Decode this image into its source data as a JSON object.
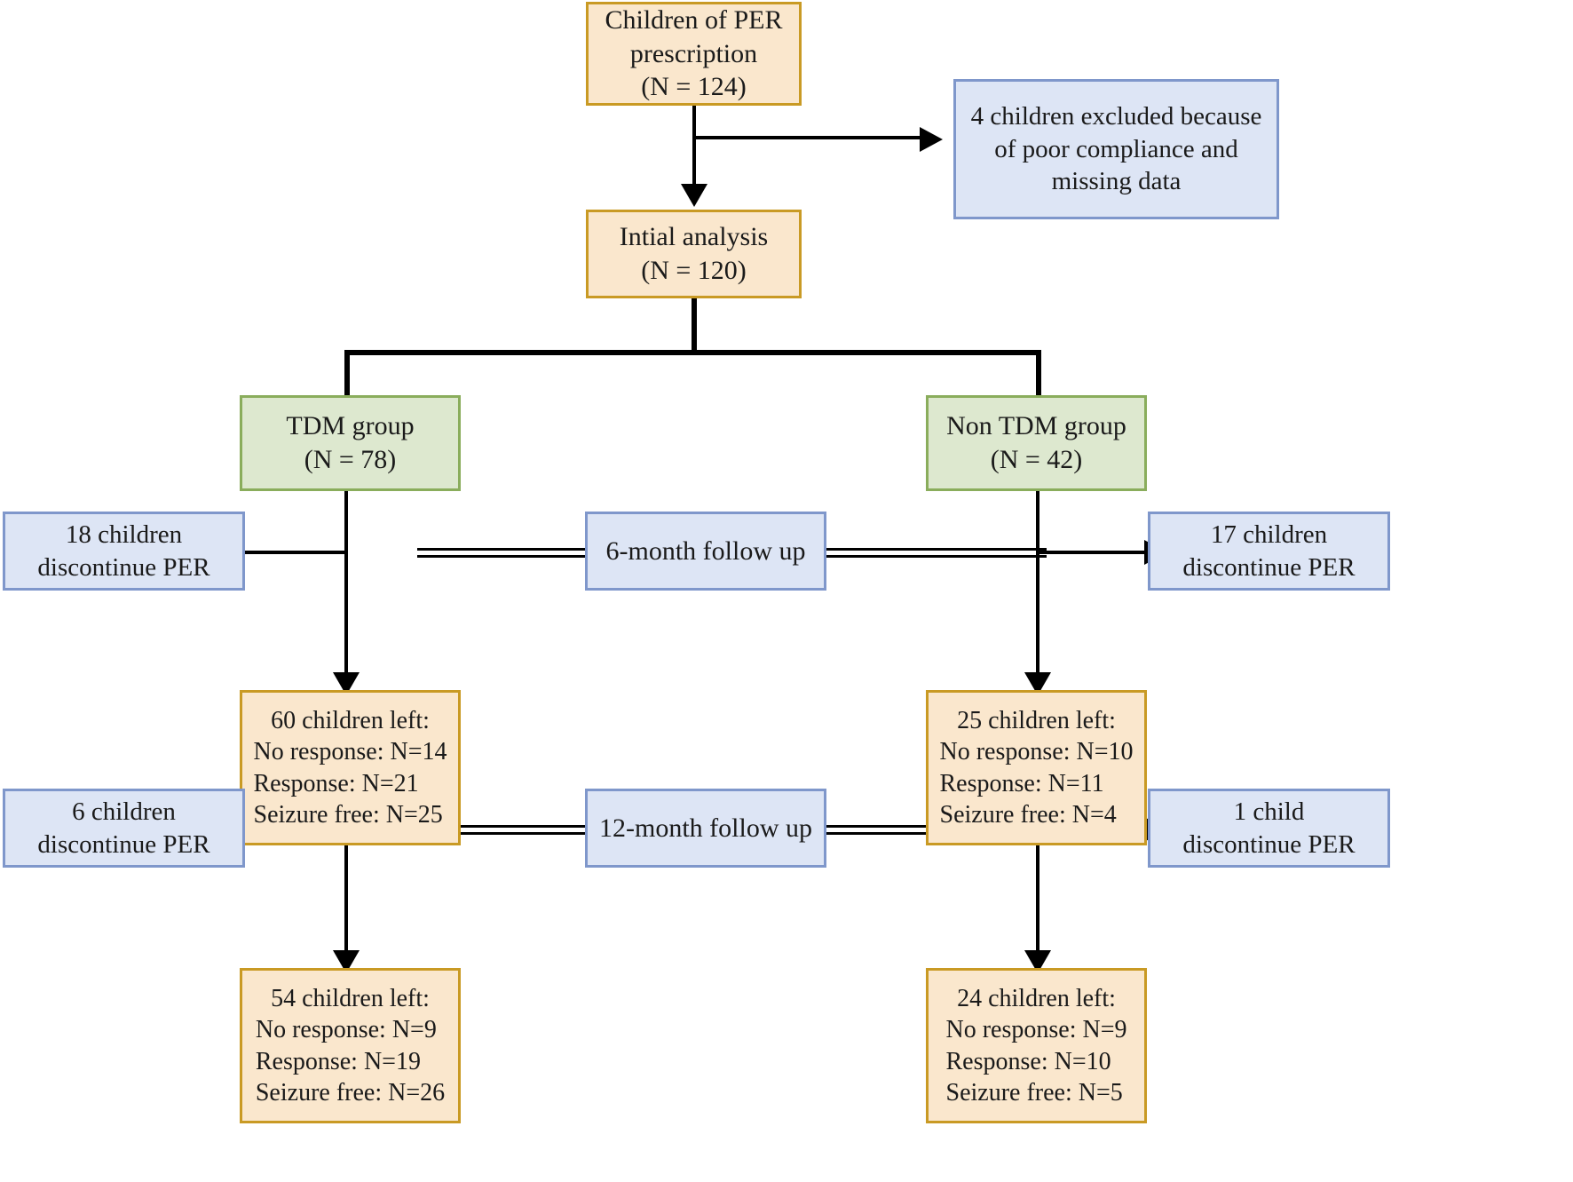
{
  "diagram": {
    "title": "PER prescription study flow",
    "colors": {
      "tan_fill": "#fae7cd",
      "tan_border": "#c99a24",
      "green_fill": "#dde8cf",
      "green_border": "#8aad5c",
      "blue_fill": "#dde5f5",
      "blue_border": "#7f97cb",
      "connector": "#000000",
      "background": "#ffffff"
    },
    "nodes": {
      "enrollment": {
        "line1": "Children of PER",
        "line2": "prescription",
        "line3": "(N = 124)"
      },
      "excluded": {
        "line1": "4 children excluded because",
        "line2": "of poor compliance and",
        "line3": "missing data"
      },
      "initial_analysis": {
        "line1": "Intial analysis",
        "line2": "(N = 120)"
      },
      "tdm_group": {
        "line1": "TDM group",
        "line2": "(N = 78)"
      },
      "non_tdm_group": {
        "line1": "Non TDM group",
        "line2": "(N = 42)"
      },
      "followup_6m": {
        "label": "6-month follow up"
      },
      "followup_12m": {
        "label": "12-month follow up"
      },
      "tdm_discontinue_6m": {
        "line1": "18 children",
        "line2": "discontinue PER"
      },
      "nontdm_discontinue_6m": {
        "line1": "17 children",
        "line2": "discontinue PER"
      },
      "tdm_discontinue_12m": {
        "line1": "6 children",
        "line2": "discontinue PER"
      },
      "nontdm_discontinue_12m": {
        "line1": "1 child",
        "line2": "discontinue PER"
      },
      "tdm_outcome_6m": {
        "line1": "60 children left:",
        "line2": "No response: N=14",
        "line3": "Response: N=21",
        "line4": "Seizure free: N=25"
      },
      "nontdm_outcome_6m": {
        "line1": "25 children left:",
        "line2": "No response: N=10",
        "line3": "Response: N=11",
        "line4": "Seizure free: N=4"
      },
      "tdm_outcome_12m": {
        "line1": "54 children left:",
        "line2": "No response: N=9",
        "line3": "Response: N=19",
        "line4": "Seizure free: N=26"
      },
      "nontdm_outcome_12m": {
        "line1": "24 children left:",
        "line2": "No response: N=9",
        "line3": "Response: N=10",
        "line4": "Seizure free: N=5"
      }
    }
  }
}
